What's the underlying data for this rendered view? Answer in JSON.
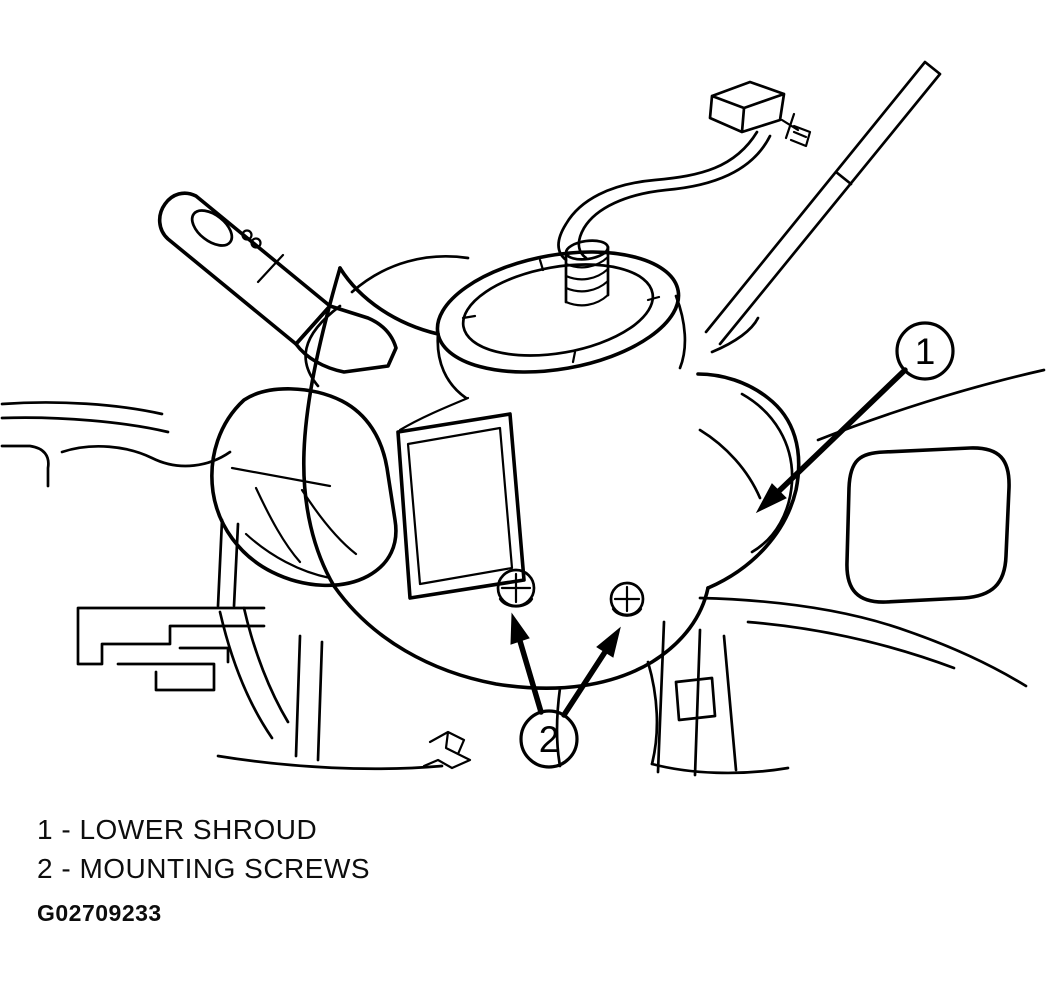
{
  "figure": {
    "callouts": [
      {
        "number": "1",
        "label": "LOWER SHROUD"
      },
      {
        "number": "2",
        "label": "MOUNTING SCREWS"
      }
    ],
    "legend": [
      "1 - LOWER SHROUD",
      "2 - MOUNTING SCREWS"
    ],
    "figure_id": "G02709233",
    "colors": {
      "ink": "#000000",
      "background": "#ffffff"
    }
  }
}
